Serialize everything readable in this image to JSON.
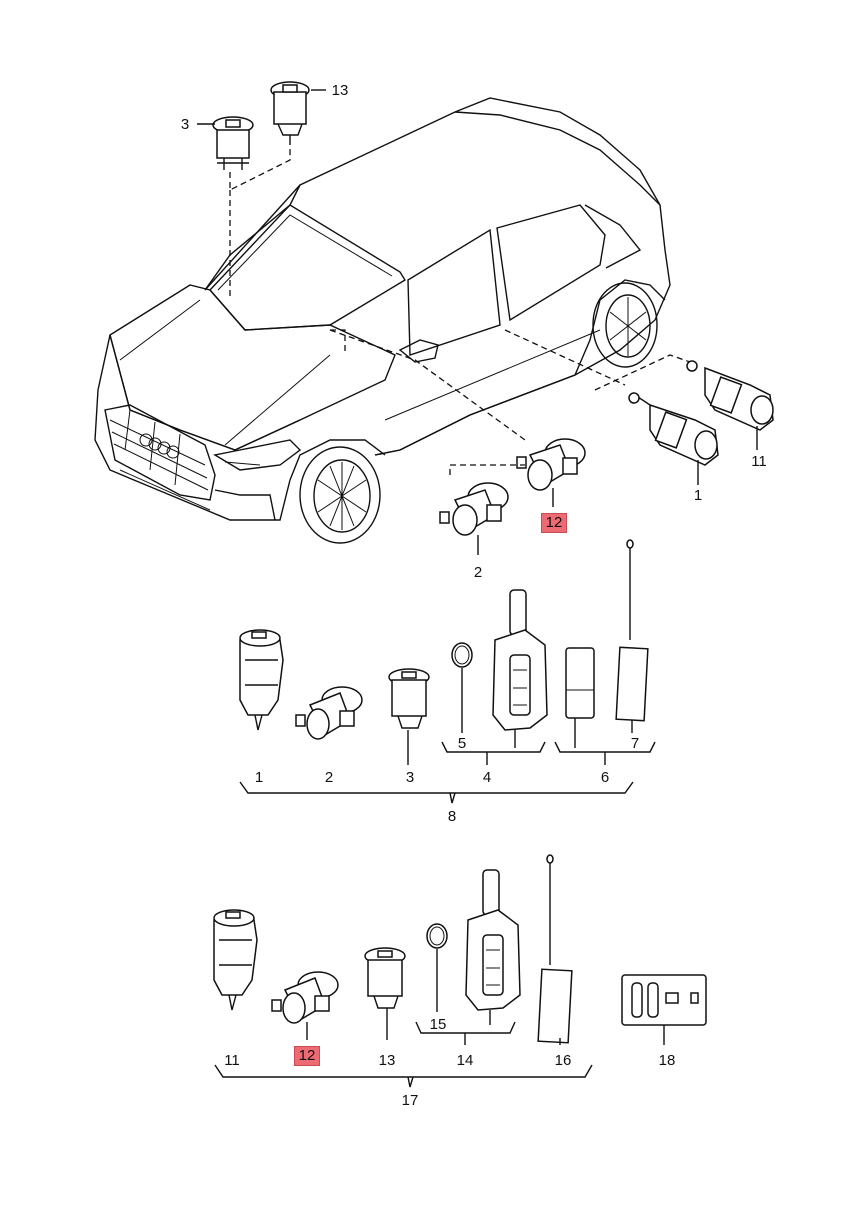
{
  "callouts": {
    "c3_top": "3",
    "c13_top": "13",
    "c1_right": "1",
    "c11_right": "11",
    "c2_car": "2",
    "c12_car": "12",
    "r1_1": "1",
    "r1_2": "2",
    "r1_3": "3",
    "r1_4": "4",
    "r1_5": "5",
    "r1_6": "6",
    "r1_7": "7",
    "r1_8": "8",
    "r2_11": "11",
    "r2_12": "12",
    "r2_13": "13",
    "r2_14": "14",
    "r2_15": "15",
    "r2_16": "16",
    "r2_17": "17",
    "r2_18": "18"
  },
  "colors": {
    "line": "#111111",
    "highlight": "#ef6b73"
  }
}
